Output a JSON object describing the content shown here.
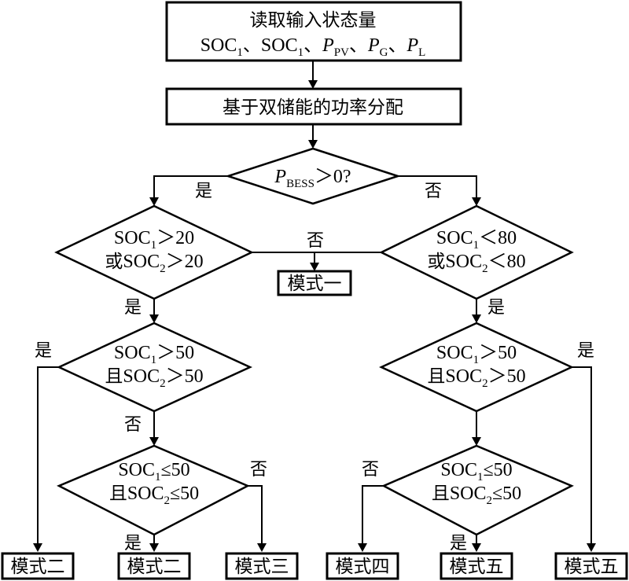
{
  "start": {
    "line1": "读取输入状态量",
    "var_soc1": "SOC",
    "sub1": "1",
    "var_soc2": "SOC",
    "sub2": "1",
    "sep": "、",
    "p": "P",
    "pv_sub": "PV",
    "g_sub": "G",
    "l_sub": "L"
  },
  "alloc": {
    "label": "基于双储能的功率分配"
  },
  "d_bess": {
    "p": "P",
    "sub": "BESS",
    "tail": "＞0?"
  },
  "d_left": {
    "l1_a": "SOC",
    "l1_sub": "1",
    "l1_b": "＞20",
    "l2_pre": "或",
    "l2_a": "SOC",
    "l2_sub": "2",
    "l2_b": "＞20"
  },
  "d_right": {
    "l1_a": "SOC",
    "l1_sub": "1",
    "l1_b": "＜80",
    "l2_pre": "或",
    "l2_a": "SOC",
    "l2_sub": "2",
    "l2_b": "＜80"
  },
  "d_l50": {
    "l1_a": "SOC",
    "l1_sub": "1",
    "l1_b": "＞50",
    "l2_pre": "且",
    "l2_a": "SOC",
    "l2_sub": "2",
    "l2_b": "＞50"
  },
  "d_r50": {
    "l1_a": "SOC",
    "l1_sub": "1",
    "l1_b": "＞50",
    "l2_pre": "且",
    "l2_a": "SOC",
    "l2_sub": "2",
    "l2_b": "＞50"
  },
  "d_lle50": {
    "l1_a": "SOC",
    "l1_sub": "1",
    "l1_b": "≤50",
    "l2_pre": "且",
    "l2_a": "SOC",
    "l2_sub": "2",
    "l2_b": "≤50"
  },
  "d_rle50": {
    "l1_a": "SOC",
    "l1_sub": "1",
    "l1_b": "≤50",
    "l2_pre": "且",
    "l2_a": "SOC",
    "l2_sub": "2",
    "l2_b": "≤50"
  },
  "labels": {
    "yes": "是",
    "no": "否"
  },
  "modes": {
    "m1": "模式一",
    "m2a": "模式二",
    "m2b": "模式二",
    "m3": "模式三",
    "m4": "模式四",
    "m5a": "模式五",
    "m5b": "模式五"
  }
}
